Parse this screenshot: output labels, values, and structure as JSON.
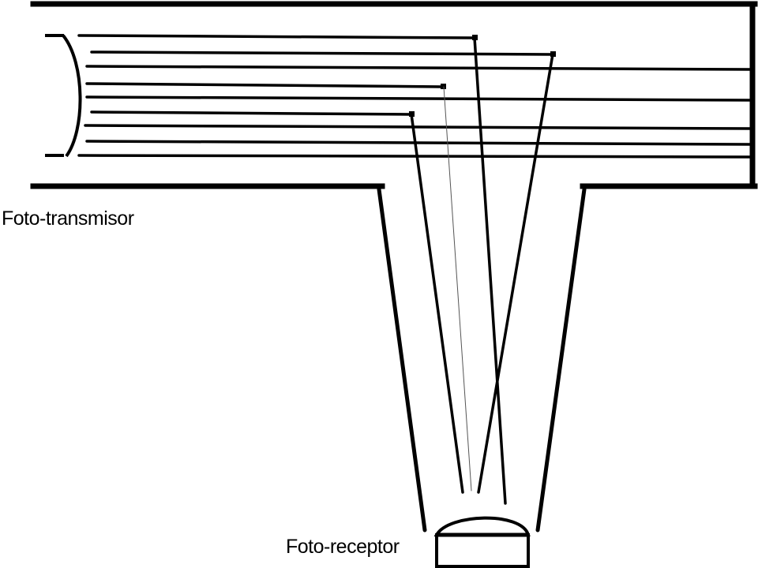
{
  "labels": {
    "transmitter": "Foto-transmisor",
    "receiver": "Foto-receptor"
  },
  "colors": {
    "ink": "#000000",
    "background": "#ffffff",
    "scattered_ray": "#555555"
  },
  "components": {
    "transmitter_lens": "convex-lens",
    "receiver_lens": "dome-lens"
  }
}
